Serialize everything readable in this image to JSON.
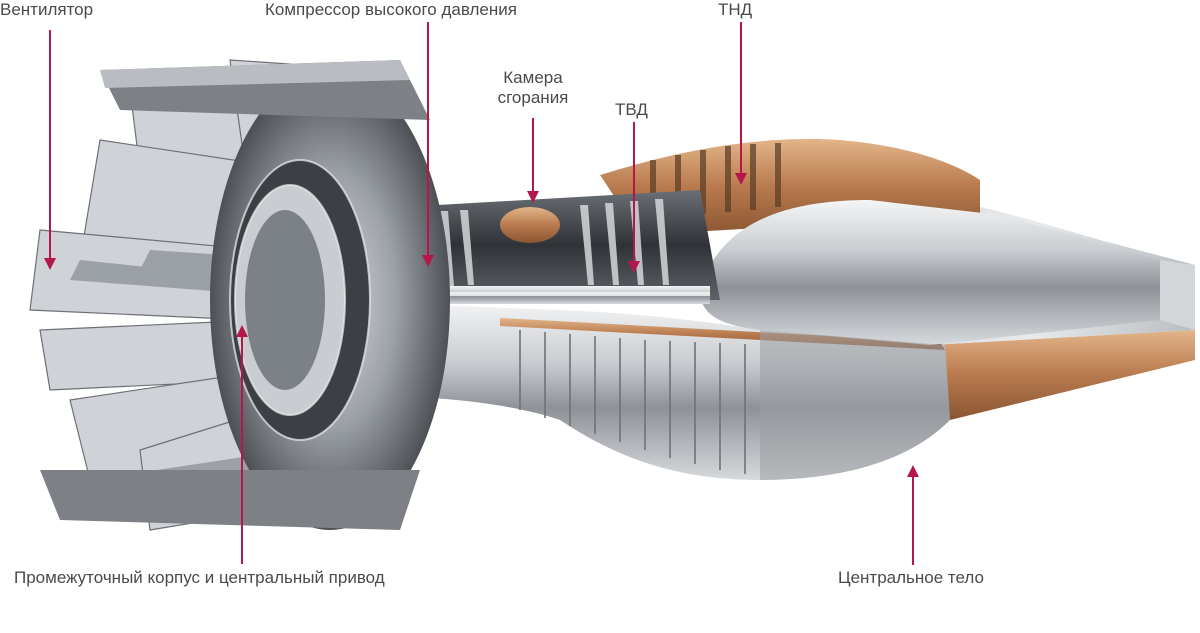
{
  "diagram": {
    "labels": {
      "fan": "Вентилятор",
      "hpc": "Компрессор высокого давления",
      "combustor_line1": "Камера",
      "combustor_line2": "сгорания",
      "hpt": "ТВД",
      "lpt": "ТНД",
      "intermediate_case": "Промежуточный корпус и центральный привод",
      "center_body": "Центральное тело"
    },
    "colors": {
      "leader": "#b5174b",
      "label_text": "#4a4a4a",
      "metal_light": "#e6e8ea",
      "metal_mid": "#a9adb2",
      "metal_dark": "#4b4f54",
      "copper": "#b87a4e",
      "copper_light": "#d9a579"
    }
  }
}
